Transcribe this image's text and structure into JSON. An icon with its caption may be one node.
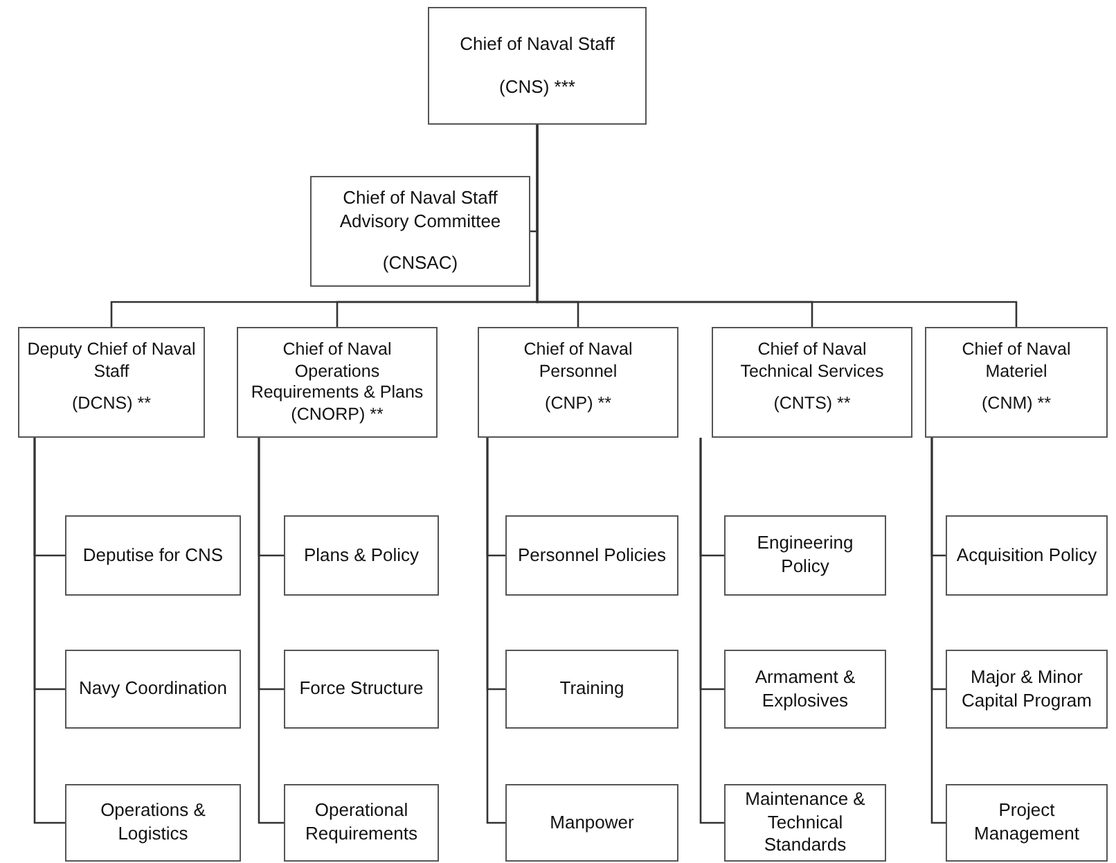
{
  "diagram": {
    "nodes": [
      {
        "text": [
          "Chief of Naval Staff",
          "(CNS) ***"
        ]
      },
      {
        "text": [
          "Chief of Naval Staff Advisory Committee",
          "(CNSAC)"
        ]
      },
      {
        "text": [
          "Deputy Chief of Naval Staff",
          "(DCNS) **"
        ]
      },
      {
        "text": [
          "Chief of Naval Operations Requirements & Plans (CNORP) **"
        ]
      },
      {
        "text": [
          "Chief of Naval Personnel",
          "(CNP) **"
        ]
      },
      {
        "text": [
          "Chief of Naval Technical Services",
          "(CNTS) **"
        ]
      },
      {
        "text": [
          "Chief of Naval Materiel",
          "(CNM) **"
        ]
      },
      {
        "text": [
          "Deputise for CNS"
        ]
      },
      {
        "text": [
          "Plans & Policy"
        ]
      },
      {
        "text": [
          "Personnel Policies"
        ]
      },
      {
        "text": [
          "Engineering Policy"
        ]
      },
      {
        "text": [
          "Acquisition Policy"
        ]
      },
      {
        "text": [
          "Navy Coordination"
        ]
      },
      {
        "text": [
          "Force Structure"
        ]
      },
      {
        "text": [
          "Training"
        ]
      },
      {
        "text": [
          "Armament & Explosives"
        ]
      },
      {
        "text": [
          "Major & Minor Capital Program"
        ]
      },
      {
        "text": [
          "Operations & Logistics"
        ]
      },
      {
        "text": [
          "Operational Requirements"
        ]
      },
      {
        "text": [
          "Manpower"
        ]
      },
      {
        "text": [
          "Maintenance & Technical Standards"
        ]
      },
      {
        "text": [
          "Project Management"
        ]
      }
    ],
    "edges": [
      {
        "from": 0,
        "to": 1,
        "arrow": "none"
      },
      {
        "from": 0,
        "to": 2,
        "arrow": "none"
      },
      {
        "from": 0,
        "to": 3,
        "arrow": "none"
      },
      {
        "from": 0,
        "to": 4,
        "arrow": "none"
      },
      {
        "from": 0,
        "to": 5,
        "arrow": "none"
      },
      {
        "from": 0,
        "to": 6,
        "arrow": "none"
      },
      {
        "from": 2,
        "to": 7,
        "arrow": "none"
      },
      {
        "from": 2,
        "to": 12,
        "arrow": "none"
      },
      {
        "from": 2,
        "to": 17,
        "arrow": "none"
      },
      {
        "from": 3,
        "to": 8,
        "arrow": "none"
      },
      {
        "from": 3,
        "to": 13,
        "arrow": "none"
      },
      {
        "from": 3,
        "to": 18,
        "arrow": "none"
      },
      {
        "from": 4,
        "to": 9,
        "arrow": "none"
      },
      {
        "from": 4,
        "to": 14,
        "arrow": "none"
      },
      {
        "from": 4,
        "to": 19,
        "arrow": "none"
      },
      {
        "from": 5,
        "to": 10,
        "arrow": "none"
      },
      {
        "from": 5,
        "to": 15,
        "arrow": "none"
      },
      {
        "from": 5,
        "to": 20,
        "arrow": "none"
      },
      {
        "from": 6,
        "to": 11,
        "arrow": "none"
      },
      {
        "from": 6,
        "to": 16,
        "arrow": "none"
      },
      {
        "from": 6,
        "to": 21,
        "arrow": "none"
      }
    ]
  }
}
